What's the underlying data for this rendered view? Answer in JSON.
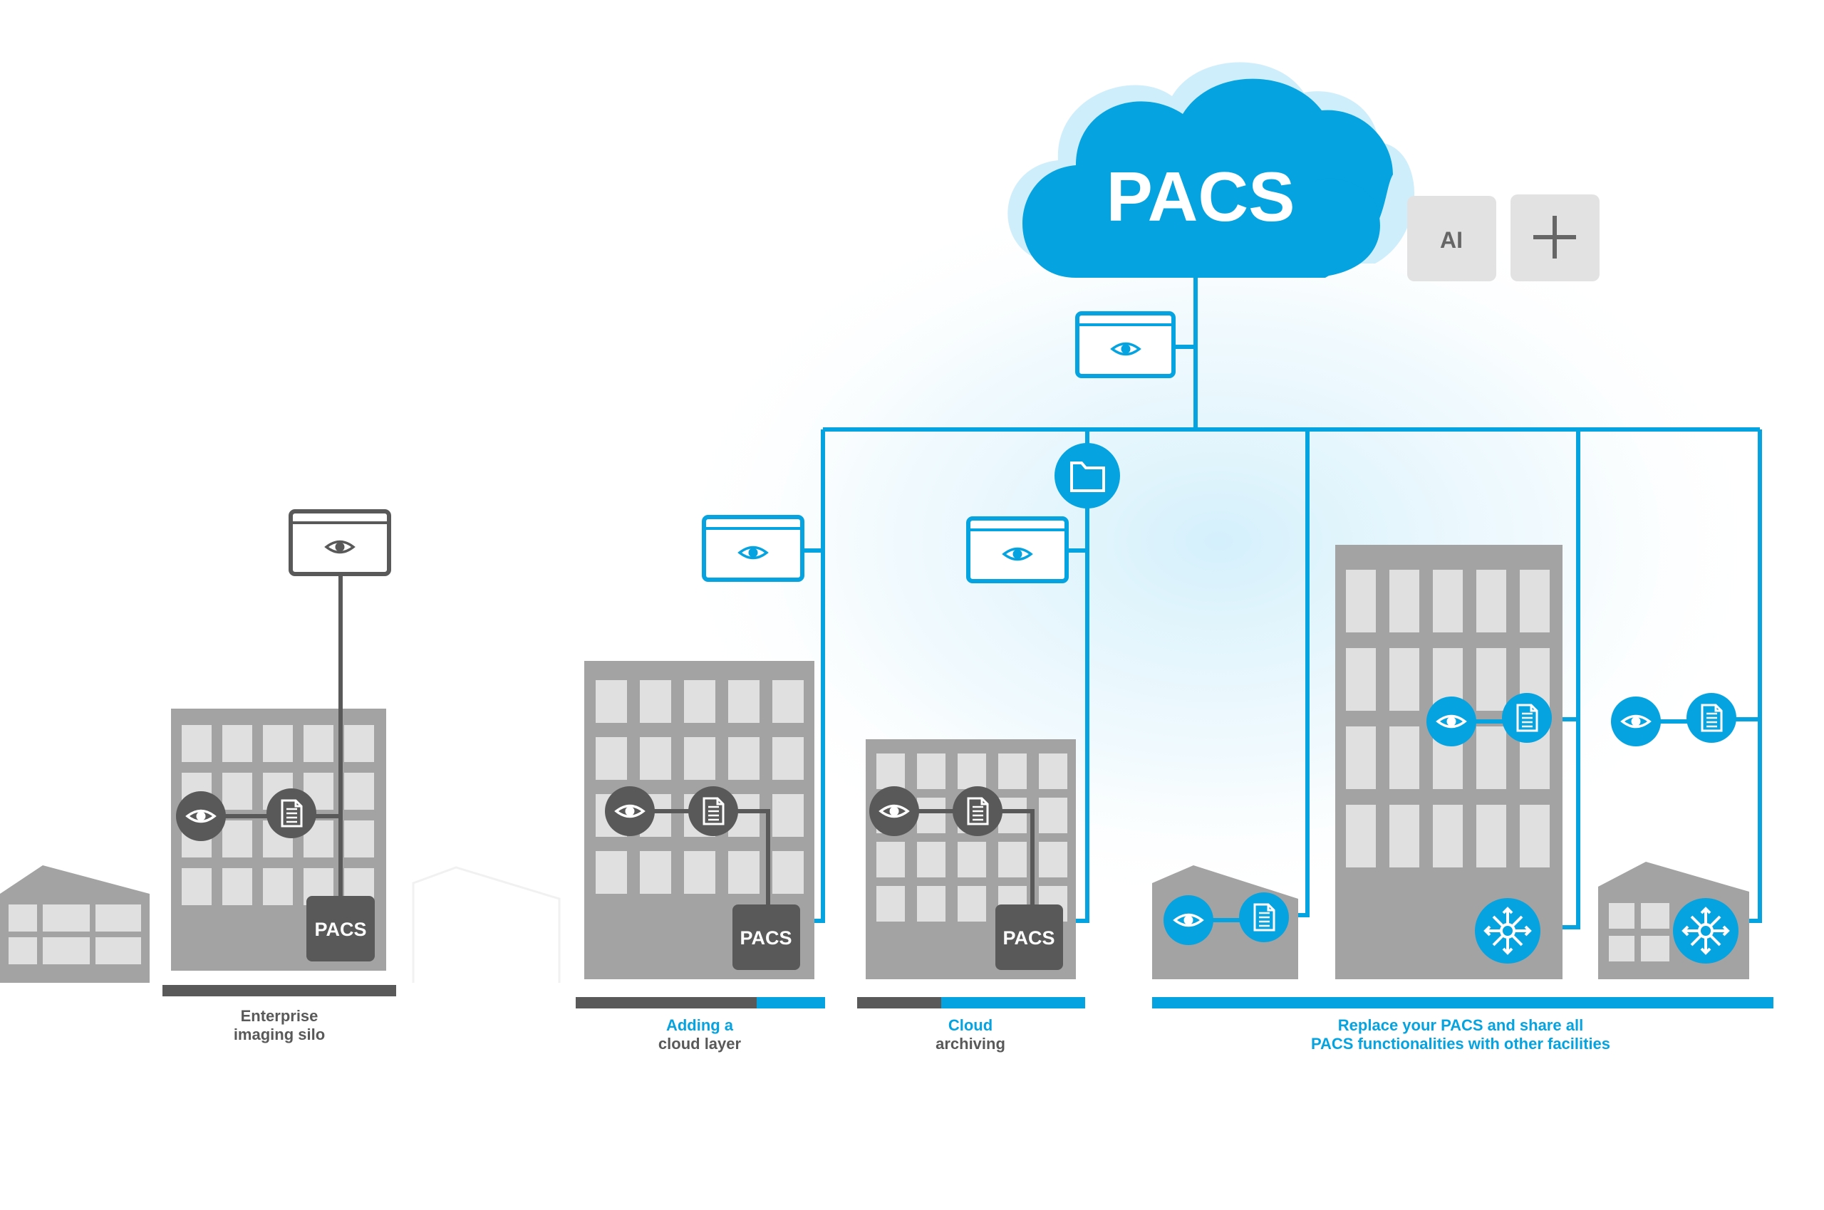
{
  "colors": {
    "blue": "#05a3e0",
    "light_blue": "#cfeefb",
    "dark_gray": "#595959",
    "building_gray": "#a3a3a3",
    "window_gray": "#e0e0e0",
    "tile_gray": "#e2e2e2"
  },
  "cloud": {
    "label": "PACS"
  },
  "addons": {
    "ai_label": "AI",
    "plus_label": "+"
  },
  "sites": {
    "silo": {
      "pacs_label": "PACS",
      "caption_line1": "Enterprise",
      "caption_line2": "imaging silo"
    },
    "cloud_layer": {
      "pacs_label": "PACS",
      "caption_line1": "Adding a",
      "caption_line2": "cloud layer"
    },
    "cloud_archiving": {
      "pacs_label": "PACS",
      "caption_line1": "Cloud",
      "caption_line2": "archiving"
    },
    "replace": {
      "caption_line1": "Replace your PACS and share all",
      "caption_line2": "PACS functionalities with other facilities"
    }
  },
  "icons": [
    "eye-icon",
    "document-icon",
    "folder-icon",
    "network-hub-icon",
    "viewer-window-icon",
    "plus-icon"
  ]
}
